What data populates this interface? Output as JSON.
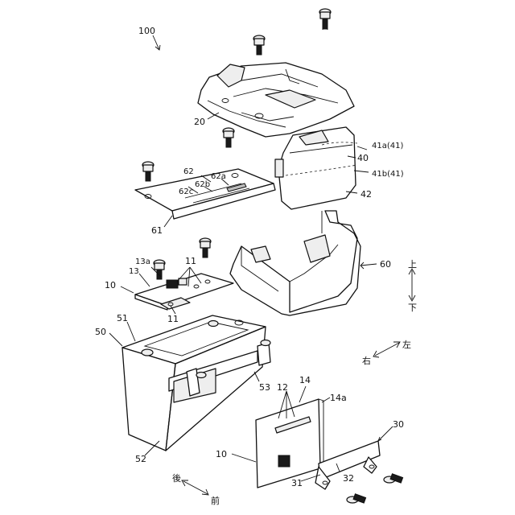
{
  "labels": {
    "assembly": "100",
    "top_cover": "20",
    "bottom_cover": "40",
    "bottom_cover_upper": "41a(41)",
    "bottom_cover_lower": "41b(41)",
    "bottom_cover_face": "42",
    "plate": "62",
    "plate_a": "62a",
    "plate_b": "62b",
    "plate_c": "62c",
    "plate_edge": "61",
    "bracket": "60",
    "board_hole": "13a",
    "board": "13",
    "board_contacts": "11",
    "board_contacts_2": "11",
    "board_unit": "10",
    "battery_top": "51",
    "battery": "50",
    "battery_side": "52",
    "battery_holder": "53",
    "pcb_side": "14",
    "pcb_edge": "14a",
    "pcb_contacts": "12",
    "pcb_unit": "10",
    "clip": "30",
    "clip_hook": "31",
    "clip_body": "32"
  },
  "directions": {
    "up": "上",
    "down": "下",
    "left": "左",
    "right": "右",
    "back": "後",
    "front": "前"
  }
}
